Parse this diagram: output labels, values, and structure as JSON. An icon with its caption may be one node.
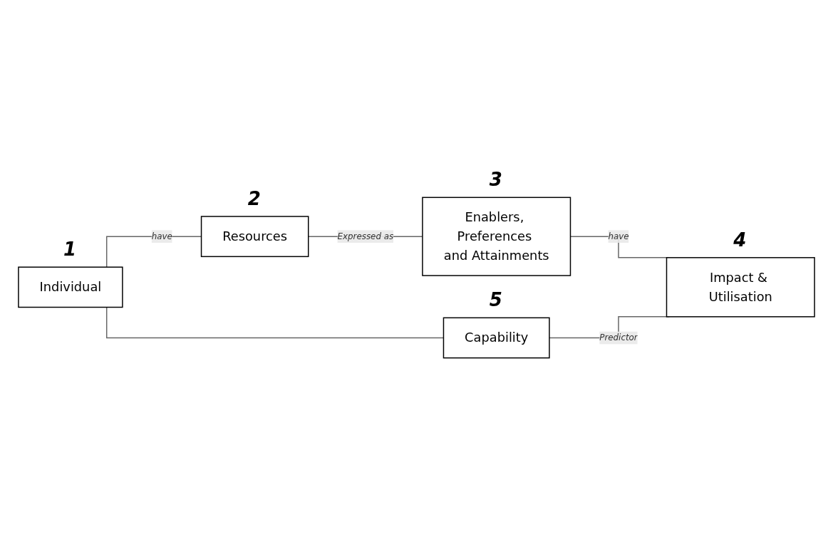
{
  "diagram": {
    "nodes": [
      {
        "text": [
          "Individual"
        ],
        "beside": [
          "1"
        ]
      },
      {
        "text": [
          "Resources"
        ],
        "beside": [
          "2"
        ]
      },
      {
        "text": [
          "Enablers, Preferences and Attainments"
        ],
        "beside": [
          "3"
        ]
      },
      {
        "text": [
          "Impact & Utilisation"
        ],
        "beside": [
          "4"
        ]
      },
      {
        "text": [
          "Capability"
        ],
        "beside": [
          "5"
        ]
      }
    ],
    "edges": [
      {
        "from": 0,
        "to": 1,
        "arrow": "none",
        "label": "have"
      },
      {
        "from": 1,
        "to": 2,
        "arrow": "none",
        "label": "Expressed as"
      },
      {
        "from": 2,
        "to": 3,
        "arrow": "none",
        "label": "have"
      },
      {
        "from": 4,
        "to": 3,
        "arrow": "none",
        "label": "Predictor"
      },
      {
        "from": 0,
        "to": 4,
        "arrow": "none"
      }
    ]
  }
}
